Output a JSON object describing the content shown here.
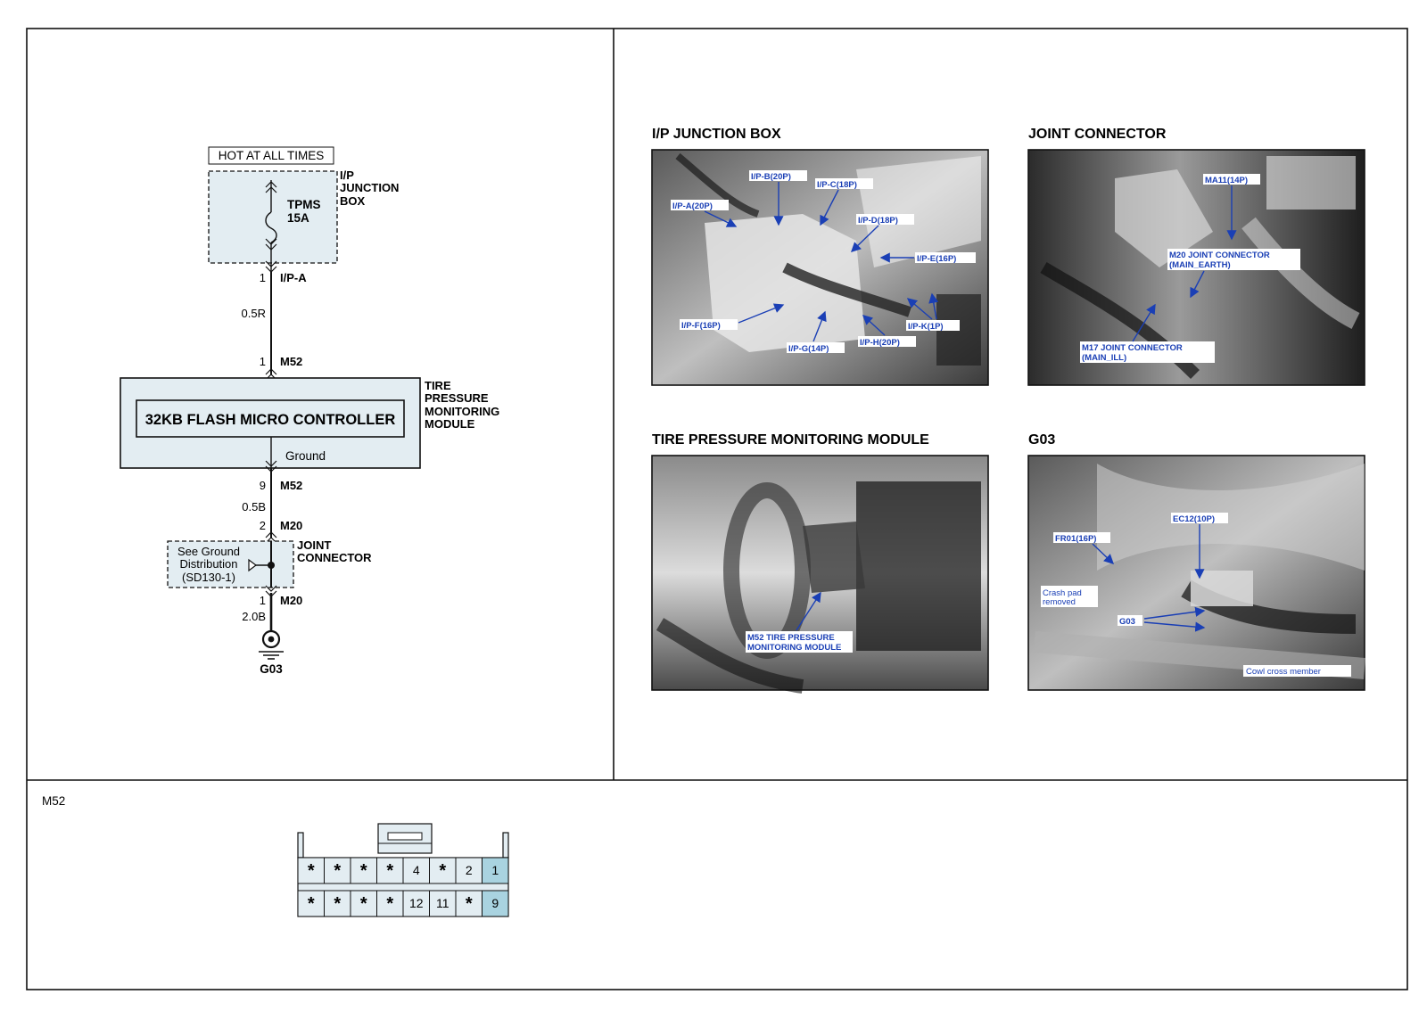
{
  "schematic": {
    "hot_at_all_times": "HOT AT ALL TIMES",
    "ip_junction_box_label": [
      "I/P",
      "JUNCTION",
      "BOX"
    ],
    "fuse_name": "TPMS",
    "fuse_rating": "15A",
    "pin_ipa": "1",
    "conn_ipa": "I/P-A",
    "wire_05r": "0.5R",
    "pin_m52_1": "1",
    "conn_m52_top": "M52",
    "module_label": [
      "TIRE",
      "PRESSURE",
      "MONITORING",
      "MODULE"
    ],
    "controller": "32KB FLASH MICRO CONTROLLER",
    "ground_label": "Ground",
    "pin_m52_9": "9",
    "conn_m52_bottom": "M52",
    "wire_05b": "0.5B",
    "pin_m20_2": "2",
    "conn_m20_top": "M20",
    "see_ground": [
      "See Ground",
      "Distribution",
      "(SD130-1)"
    ],
    "joint_connector_label": [
      "JOINT",
      "CONNECTOR"
    ],
    "pin_m20_1": "1",
    "conn_m20_bottom": "M20",
    "wire_20b": "2.0B",
    "ground_point": "G03"
  },
  "photos": {
    "ip_junction_box": {
      "title": "I/P JUNCTION BOX",
      "callouts": [
        "I/P-A(20P)",
        "I/P-B(20P)",
        "I/P-C(18P)",
        "I/P-D(18P)",
        "I/P-E(16P)",
        "I/P-F(16P)",
        "I/P-G(14P)",
        "I/P-H(20P)",
        "I/P-K(1P)"
      ]
    },
    "joint_connector": {
      "title": "JOINT CONNECTOR",
      "callouts": [
        "MA11(14P)",
        "M20 JOINT CONNECTOR",
        "(MAIN_EARTH)",
        "M17 JOINT CONNECTOR",
        "(MAIN_ILL)"
      ]
    },
    "tpms_module": {
      "title": "TIRE PRESSURE MONITORING MODULE",
      "callouts": [
        "M52 TIRE PRESSURE",
        "MONITORING MODULE"
      ]
    },
    "g03": {
      "title": "G03",
      "callouts": [
        "EC12(10P)",
        "FR01(16P)",
        "Crash pad",
        "removed",
        "G03",
        "Cowl cross member"
      ]
    }
  },
  "connector": {
    "name": "M52",
    "top_row": [
      "*",
      "*",
      "*",
      "*",
      "4",
      "*",
      "2",
      "1"
    ],
    "bottom_row": [
      "*",
      "*",
      "*",
      "*",
      "12",
      "11",
      "*",
      "9"
    ],
    "used_pins": [
      "1",
      "9"
    ]
  },
  "colors": {
    "box_fill": "#e3edf2",
    "used_pin_fill": "#a9d3e0",
    "callout_text": "#1a3fb5",
    "photo_dark": "#2a2a2a"
  }
}
